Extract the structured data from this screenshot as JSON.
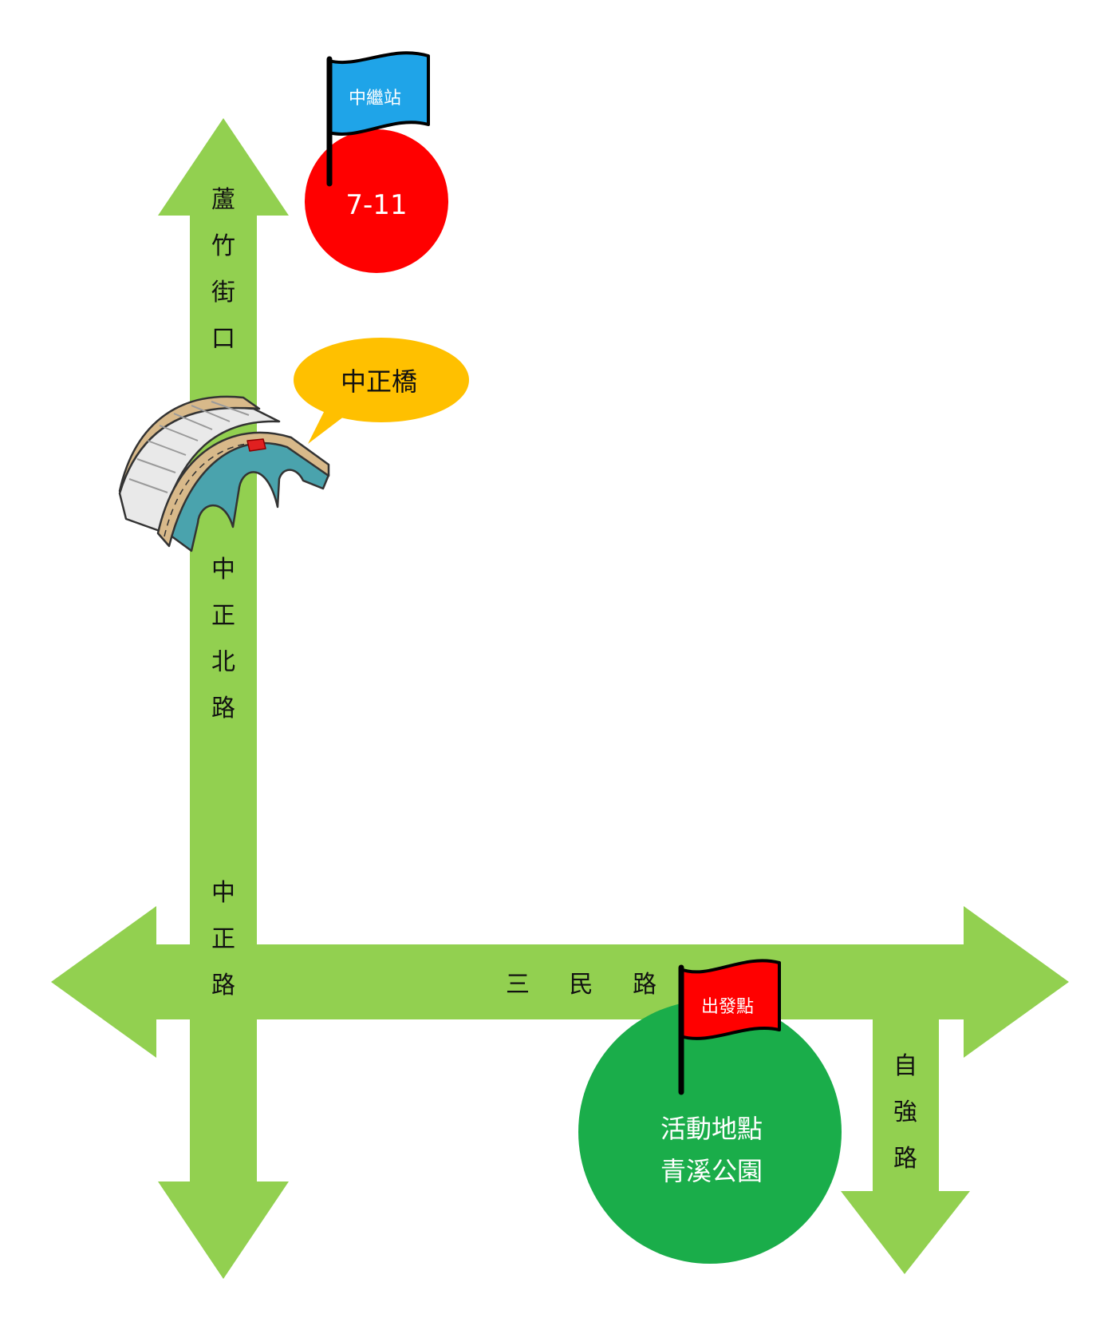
{
  "map": {
    "colors": {
      "road": "#92d050",
      "store_marker": "#ff0000",
      "park_marker": "#1aad4a",
      "bridge_callout": "#ffc000",
      "relay_flag": "#1fa4e8",
      "start_flag": "#ff0000"
    },
    "roads": {
      "north_upper_label": "蘆竹街口",
      "north_lower_label": "中正北路",
      "vertical_lower_label": "中正路",
      "horizontal_label": "三 民 路",
      "east_branch_label": "自強路"
    },
    "places": {
      "store_label": "7-11",
      "bridge_callout_label": "中正橋",
      "park_line1": "活動地點",
      "park_line2": "青溪公園"
    },
    "flags": {
      "relay_label": "中繼站",
      "start_label": "出發點"
    },
    "icons": {
      "bridge": "arch-bridge-icon",
      "relay_flag": "blue-flag-icon",
      "start_flag": "red-flag-icon"
    }
  }
}
